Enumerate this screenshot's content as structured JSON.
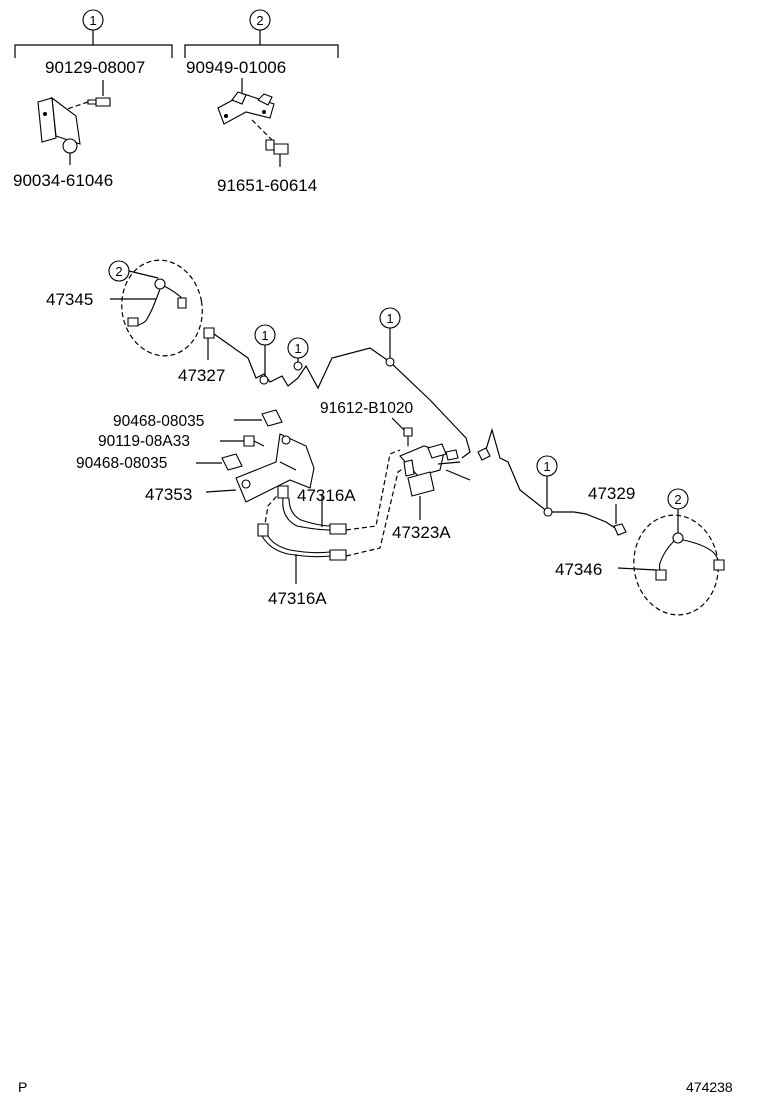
{
  "legend": {
    "group1": {
      "number": "1",
      "top_part": "90129-08007",
      "bottom_part": "90034-61046"
    },
    "group2": {
      "number": "2",
      "top_part": "90949-01006",
      "bottom_part": "91651-60614"
    }
  },
  "callouts": {
    "c2_left": "2",
    "c1_a": "1",
    "c1_b": "1",
    "c1_c": "1",
    "c1_right": "1",
    "c2_right": "2"
  },
  "parts": {
    "p47345": "47345",
    "p47327": "47327",
    "p91612": "91612-B1020",
    "p90468a": "90468-08035",
    "p90119": "90119-08A33",
    "p90468b": "90468-08035",
    "p47353": "47353",
    "p47316a_top": "47316A",
    "p47323a": "47323A",
    "p47316a_bottom": "47316A",
    "p47329": "47329",
    "p47346": "47346"
  },
  "footer": {
    "left_code": "P",
    "right_code": "474238"
  }
}
